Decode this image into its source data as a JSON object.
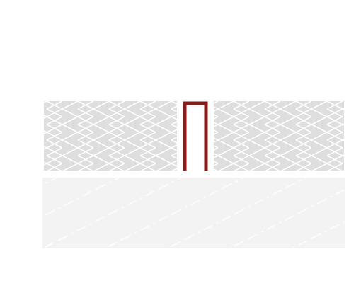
{
  "colors": {
    "background": "#ffffff",
    "tile_fill": "#dedede",
    "tile_hatch": "#ffffff",
    "screed_fill": "#f3f3f4",
    "screed_dash": "#ffffff",
    "profile_stroke": "#8b1a1a"
  },
  "components": {
    "upper_layer": {
      "pattern": "diagonal-crosshatch",
      "segments": [
        "left-tile",
        "right-tile"
      ]
    },
    "joint_profile": {
      "shape": "inverted-U"
    },
    "lower_layer": {
      "pattern": "dashed-diagonal"
    }
  }
}
